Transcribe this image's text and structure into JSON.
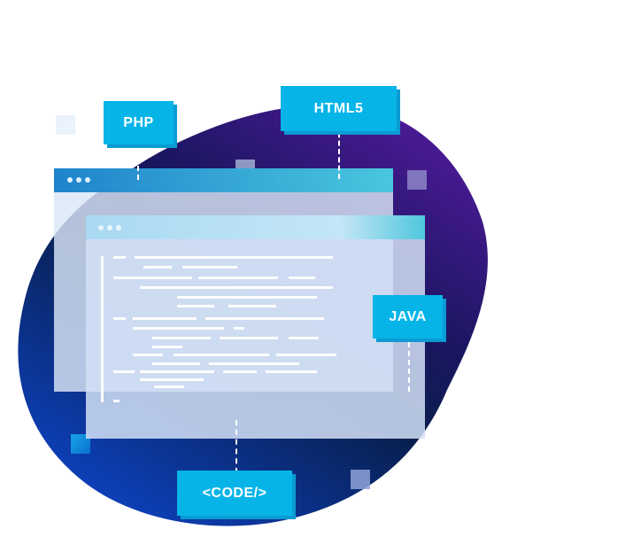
{
  "tags": {
    "php": "PHP",
    "html5": "HTML5",
    "java": "JAVA",
    "code": "<CODE/>"
  },
  "colors": {
    "blob_top": "#4a1a94",
    "blob_mid": "#081f4e",
    "blob_bottom": "#0d3fb8",
    "tag_bg": "#06b4e8",
    "tag_shadow": "#0a9bd2",
    "bar_back": "#2a9bd6",
    "bar_front": "#b2def4"
  },
  "icons": {
    "window_dots": "traffic-dots-icon"
  }
}
